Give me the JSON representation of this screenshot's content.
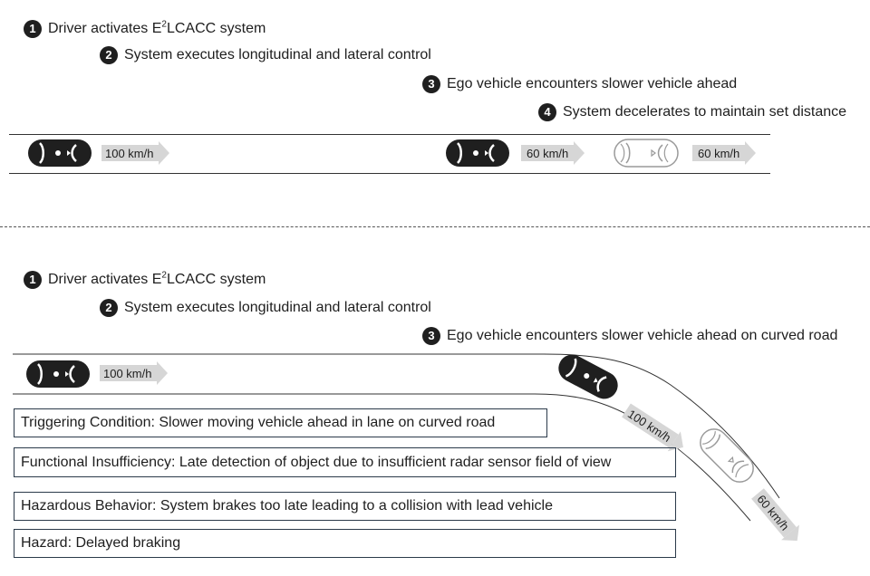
{
  "scenario_top": {
    "steps": [
      {
        "num": "1",
        "text_pre": "Driver activates E",
        "sup": "2",
        "text_post": "LCACC system"
      },
      {
        "num": "2",
        "text": "System executes longitudinal and lateral control"
      },
      {
        "num": "3",
        "text": "Ego vehicle encounters slower vehicle ahead"
      },
      {
        "num": "4",
        "text": "System decelerates to maintain set distance"
      }
    ],
    "speeds": [
      "100 km/h",
      "60 km/h",
      "60 km/h"
    ]
  },
  "scenario_bottom": {
    "steps": [
      {
        "num": "1",
        "text_pre": "Driver activates E",
        "sup": "2",
        "text_post": "LCACC system"
      },
      {
        "num": "2",
        "text": "System executes longitudinal and lateral control"
      },
      {
        "num": "3",
        "text": "Ego vehicle encounters slower vehicle ahead on curved road"
      }
    ],
    "speeds": [
      "100 km/h",
      "100 km/h",
      "60 km/h"
    ],
    "boxes": [
      "Triggering Condition: Slower moving vehicle ahead in lane on curved road",
      "Functional Insufficiency: Late detection of object due to insufficient radar sensor field of view",
      "Hazardous Behavior: System brakes too late leading to a collision with lead vehicle",
      "Hazard: Delayed braking"
    ]
  },
  "colors": {
    "ego_car": "#1f1f1f",
    "lead_car": "#ffffff",
    "arrow": "#d6d6d6",
    "box_border": "#2b3a4a"
  },
  "icons": {
    "ego": "ego-car-icon",
    "lead": "lead-car-icon",
    "step": "step-number-badge"
  }
}
